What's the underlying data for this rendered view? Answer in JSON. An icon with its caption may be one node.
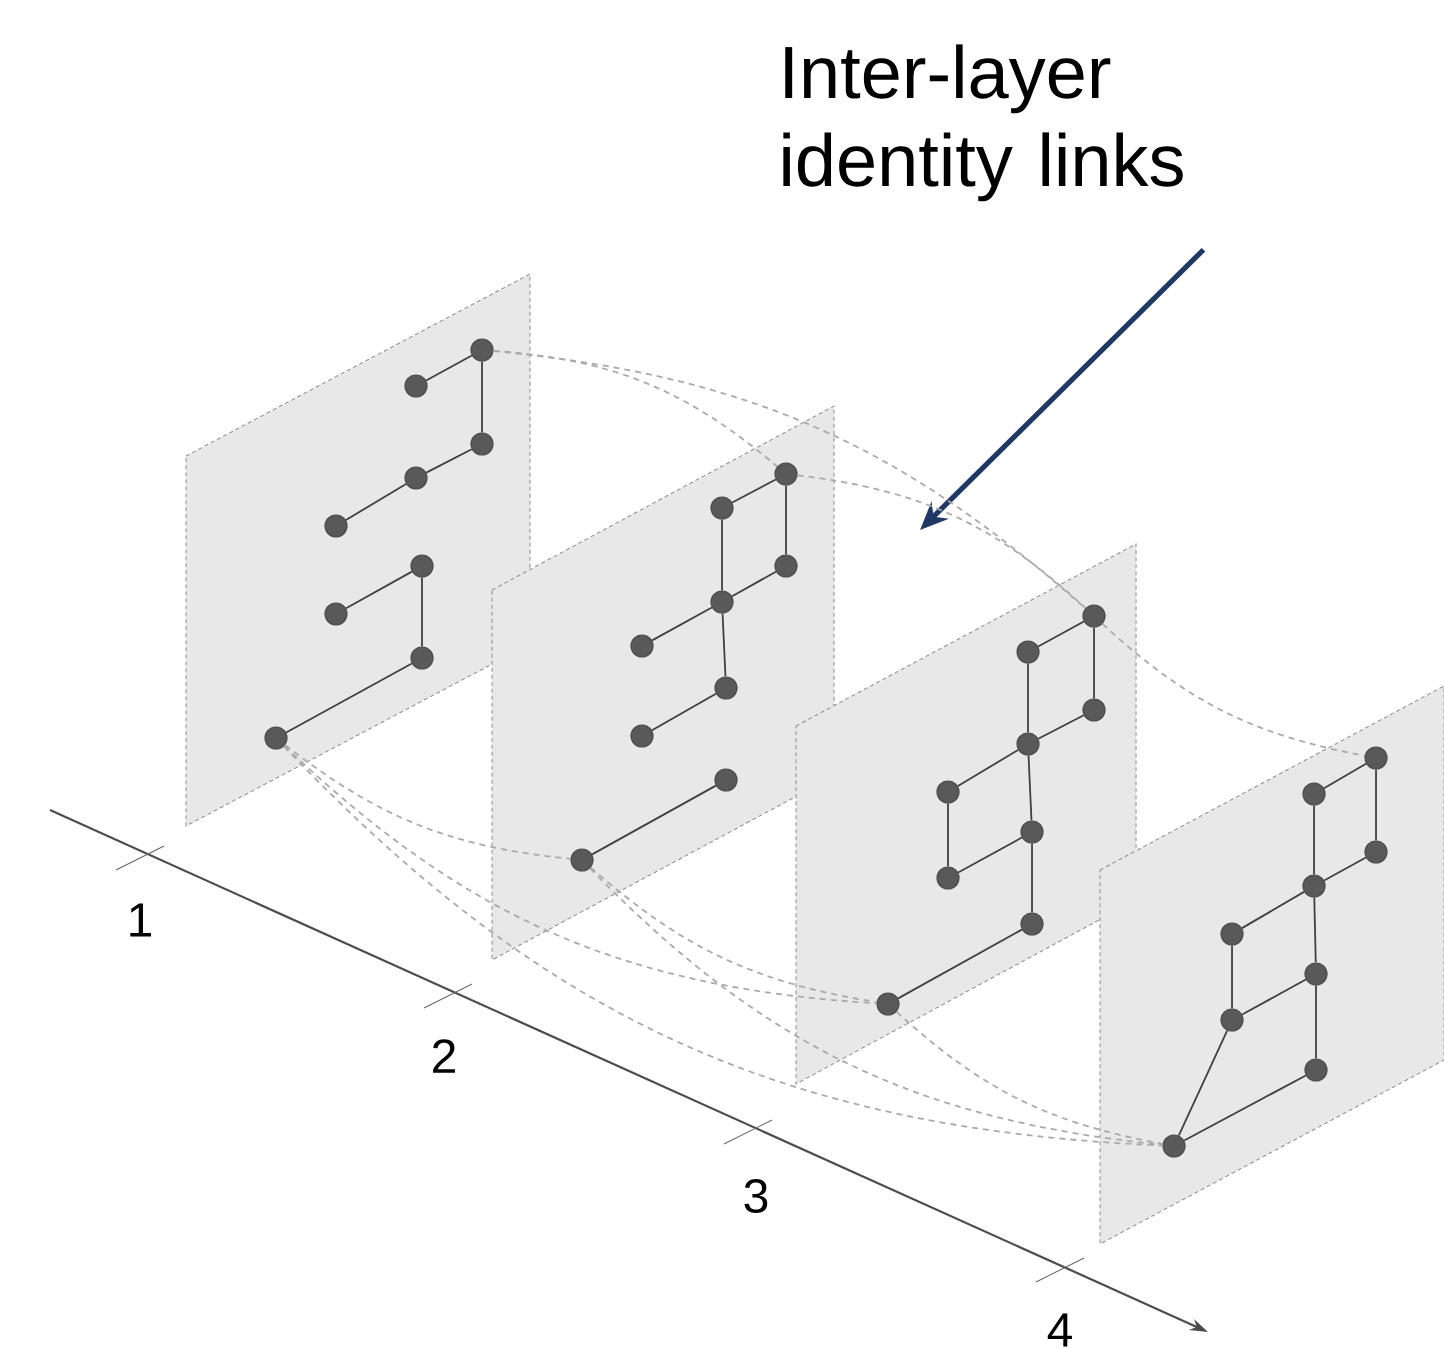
{
  "diagram": {
    "nodes": [
      {
        "text": [
          "Inter-layer identity links"
        ]
      },
      {
        "text": [],
        "shape": "box"
      },
      {
        "text": [],
        "shape": "circle",
        "in": 1
      },
      {
        "text": [],
        "shape": "circle",
        "in": 1
      },
      {
        "text": [],
        "shape": "circle",
        "in": 1
      },
      {
        "text": [],
        "shape": "circle",
        "in": 1
      },
      {
        "text": [],
        "shape": "circle",
        "in": 1
      },
      {
        "text": [],
        "shape": "circle",
        "in": 1
      },
      {
        "text": [],
        "shape": "circle",
        "in": 1
      },
      {
        "text": [],
        "shape": "circle",
        "in": 1
      },
      {
        "text": [],
        "shape": "circle",
        "in": 1
      },
      {
        "text": [],
        "shape": "box"
      },
      {
        "text": [],
        "shape": "circle",
        "in": 11
      },
      {
        "text": [],
        "shape": "circle",
        "in": 11
      },
      {
        "text": [],
        "shape": "circle",
        "in": 11
      },
      {
        "text": [],
        "shape": "circle",
        "in": 11
      },
      {
        "text": [],
        "shape": "circle",
        "in": 11
      },
      {
        "text": [],
        "shape": "circle",
        "in": 11
      },
      {
        "text": [],
        "shape": "circle",
        "in": 11
      },
      {
        "text": [],
        "shape": "circle",
        "in": 11
      },
      {
        "text": [],
        "shape": "circle",
        "in": 11
      },
      {
        "text": [],
        "shape": "box"
      },
      {
        "text": [],
        "shape": "circle",
        "in": 21
      },
      {
        "text": [],
        "shape": "circle",
        "in": 21
      },
      {
        "text": [],
        "shape": "circle",
        "in": 21
      },
      {
        "text": [],
        "shape": "circle",
        "in": 21
      },
      {
        "text": [],
        "shape": "circle",
        "in": 21
      },
      {
        "text": [],
        "shape": "circle",
        "in": 21
      },
      {
        "text": [],
        "shape": "circle",
        "in": 21
      },
      {
        "text": [],
        "shape": "circle",
        "in": 21
      },
      {
        "text": [],
        "shape": "circle",
        "in": 21
      },
      {
        "text": [],
        "shape": "box"
      },
      {
        "text": [],
        "shape": "circle",
        "in": 31
      },
      {
        "text": [],
        "shape": "circle",
        "in": 31
      },
      {
        "text": [],
        "shape": "circle",
        "in": 31
      },
      {
        "text": [],
        "shape": "circle",
        "in": 31
      },
      {
        "text": [],
        "shape": "circle",
        "in": 31
      },
      {
        "text": [],
        "shape": "circle",
        "in": 31
      },
      {
        "text": [],
        "shape": "circle",
        "in": 31
      },
      {
        "text": [],
        "shape": "circle",
        "in": 31
      },
      {
        "text": [],
        "shape": "circle",
        "in": 31
      }
    ],
    "edges": [
      {
        "from": 0,
        "to": null,
        "arrow": "to",
        "color": "#1f3864",
        "style": "thick"
      },
      {
        "from": 3,
        "to": 2,
        "arrow": "none"
      },
      {
        "from": 2,
        "to": 4,
        "arrow": "none"
      },
      {
        "from": 4,
        "to": 5,
        "arrow": "none"
      },
      {
        "from": 5,
        "to": 6,
        "arrow": "none"
      },
      {
        "from": 7,
        "to": 8,
        "arrow": "none"
      },
      {
        "from": 7,
        "to": 9,
        "arrow": "none"
      },
      {
        "from": 9,
        "to": 10,
        "arrow": "none"
      },
      {
        "from": 13,
        "to": 12,
        "arrow": "none"
      },
      {
        "from": 12,
        "to": 14,
        "arrow": "none"
      },
      {
        "from": 13,
        "to": 15,
        "arrow": "none"
      },
      {
        "from": 14,
        "to": 15,
        "arrow": "none"
      },
      {
        "from": 15,
        "to": 16,
        "arrow": "none"
      },
      {
        "from": 15,
        "to": 17,
        "arrow": "none"
      },
      {
        "from": 17,
        "to": 18,
        "arrow": "none"
      },
      {
        "from": 19,
        "to": 20,
        "arrow": "none"
      },
      {
        "from": 23,
        "to": 22,
        "arrow": "none"
      },
      {
        "from": 22,
        "to": 24,
        "arrow": "none"
      },
      {
        "from": 23,
        "to": 25,
        "arrow": "none"
      },
      {
        "from": 24,
        "to": 25,
        "arrow": "none"
      },
      {
        "from": 25,
        "to": 26,
        "arrow": "none"
      },
      {
        "from": 25,
        "to": 27,
        "arrow": "none"
      },
      {
        "from": 26,
        "to": 28,
        "arrow": "none"
      },
      {
        "from": 27,
        "to": 28,
        "arrow": "none"
      },
      {
        "from": 27,
        "to": 29,
        "arrow": "none"
      },
      {
        "from": 29,
        "to": 30,
        "arrow": "none"
      },
      {
        "from": 33,
        "to": 32,
        "arrow": "none"
      },
      {
        "from": 32,
        "to": 34,
        "arrow": "none"
      },
      {
        "from": 33,
        "to": 35,
        "arrow": "none"
      },
      {
        "from": 34,
        "to": 35,
        "arrow": "none"
      },
      {
        "from": 35,
        "to": 36,
        "arrow": "none"
      },
      {
        "from": 35,
        "to": 37,
        "arrow": "none"
      },
      {
        "from": 36,
        "to": 38,
        "arrow": "none"
      },
      {
        "from": 37,
        "to": 38,
        "arrow": "none"
      },
      {
        "from": 37,
        "to": 39,
        "arrow": "none"
      },
      {
        "from": 39,
        "to": 40,
        "arrow": "none"
      },
      {
        "from": 38,
        "to": 40,
        "arrow": "none"
      },
      {
        "from": 2,
        "to": 12,
        "arrow": "none",
        "style": "dashed",
        "color": "#aaaaaa"
      },
      {
        "from": 12,
        "to": 22,
        "arrow": "none",
        "style": "dashed",
        "color": "#aaaaaa"
      },
      {
        "from": 22,
        "to": 32,
        "arrow": "none",
        "style": "dashed",
        "color": "#aaaaaa"
      },
      {
        "from": 2,
        "to": 22,
        "arrow": "none",
        "style": "dashed",
        "color": "#aaaaaa"
      },
      {
        "from": 10,
        "to": 20,
        "arrow": "none",
        "style": "dashed",
        "color": "#aaaaaa"
      },
      {
        "from": 20,
        "to": 30,
        "arrow": "none",
        "style": "dashed",
        "color": "#aaaaaa"
      },
      {
        "from": 30,
        "to": 40,
        "arrow": "none",
        "style": "dashed",
        "color": "#aaaaaa"
      },
      {
        "from": 10,
        "to": 30,
        "arrow": "none",
        "style": "dashed",
        "color": "#aaaaaa"
      },
      {
        "from": 10,
        "to": 40,
        "arrow": "none",
        "style": "dashed",
        "color": "#aaaaaa"
      },
      {
        "from": 20,
        "to": 40,
        "arrow": "none",
        "style": "dashed",
        "color": "#aaaaaa"
      }
    ],
    "labels": [
      "1",
      "2",
      "3",
      "4"
    ]
  }
}
